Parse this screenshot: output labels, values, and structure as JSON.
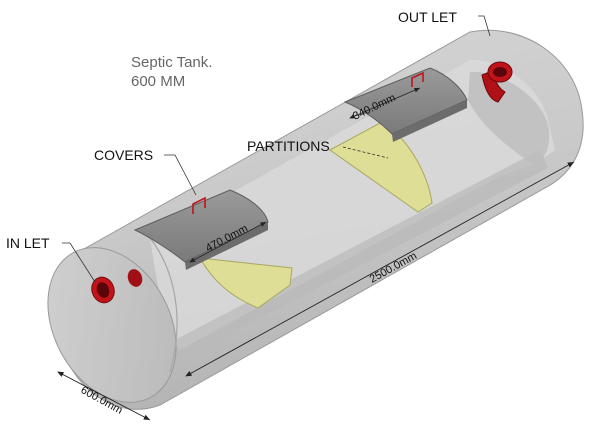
{
  "title": {
    "line1": "Septic Tank.",
    "line2": "600 MM"
  },
  "callouts": {
    "outlet": "OUT LET",
    "inlet": "IN LET",
    "covers": "COVERS",
    "partitions": "PARTITIONS"
  },
  "dimensions": {
    "length": "2500.0mm",
    "diameter": "600.0mm",
    "cover_front": "470.0mm",
    "cover_back": "340.0mm"
  },
  "colors": {
    "tank_body": "#c9c9c9",
    "tank_shadow": "#a9a9a9",
    "cover": "#8a8a8a",
    "partition": "#dede96",
    "pipe": "#c0141a",
    "handle": "#c0141a"
  }
}
